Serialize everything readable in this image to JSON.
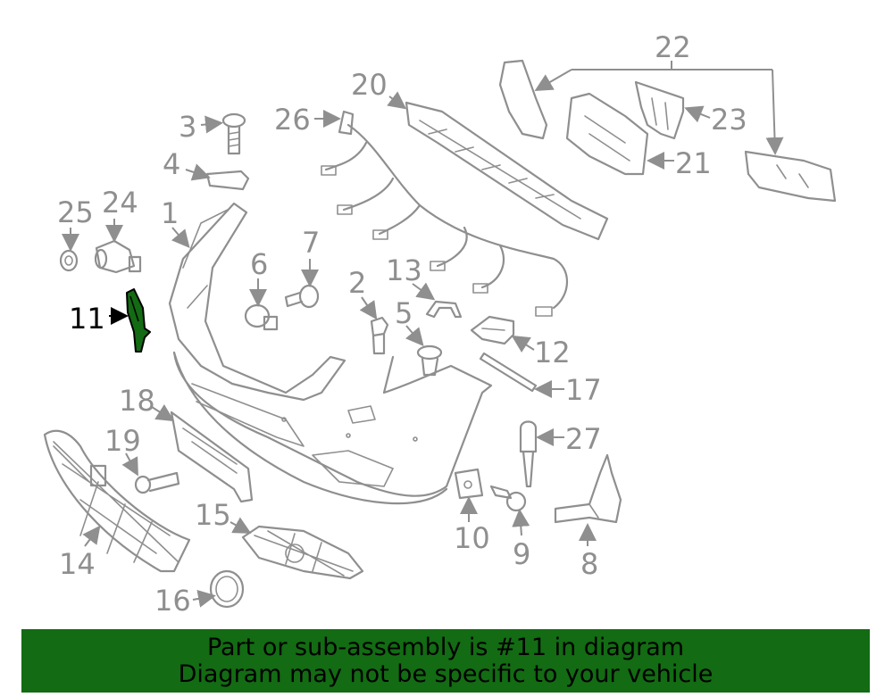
{
  "highlight": {
    "part": "11",
    "color": "#136b13"
  },
  "banner": {
    "line1": "Part or sub-assembly is #11 in diagram",
    "line2": "Diagram may not be specific to your vehicle"
  },
  "callouts": {
    "c1": "1",
    "c2": "2",
    "c3": "3",
    "c4": "4",
    "c5": "5",
    "c6": "6",
    "c7": "7",
    "c8": "8",
    "c9": "9",
    "c10": "10",
    "c11": "11",
    "c12": "12",
    "c13": "13",
    "c14": "14",
    "c15": "15",
    "c16": "16",
    "c17": "17",
    "c18": "18",
    "c19": "19",
    "c20": "20",
    "c21": "21",
    "c22": "22",
    "c23": "23",
    "c24": "24",
    "c25": "25",
    "c26": "26",
    "c27": "27"
  }
}
